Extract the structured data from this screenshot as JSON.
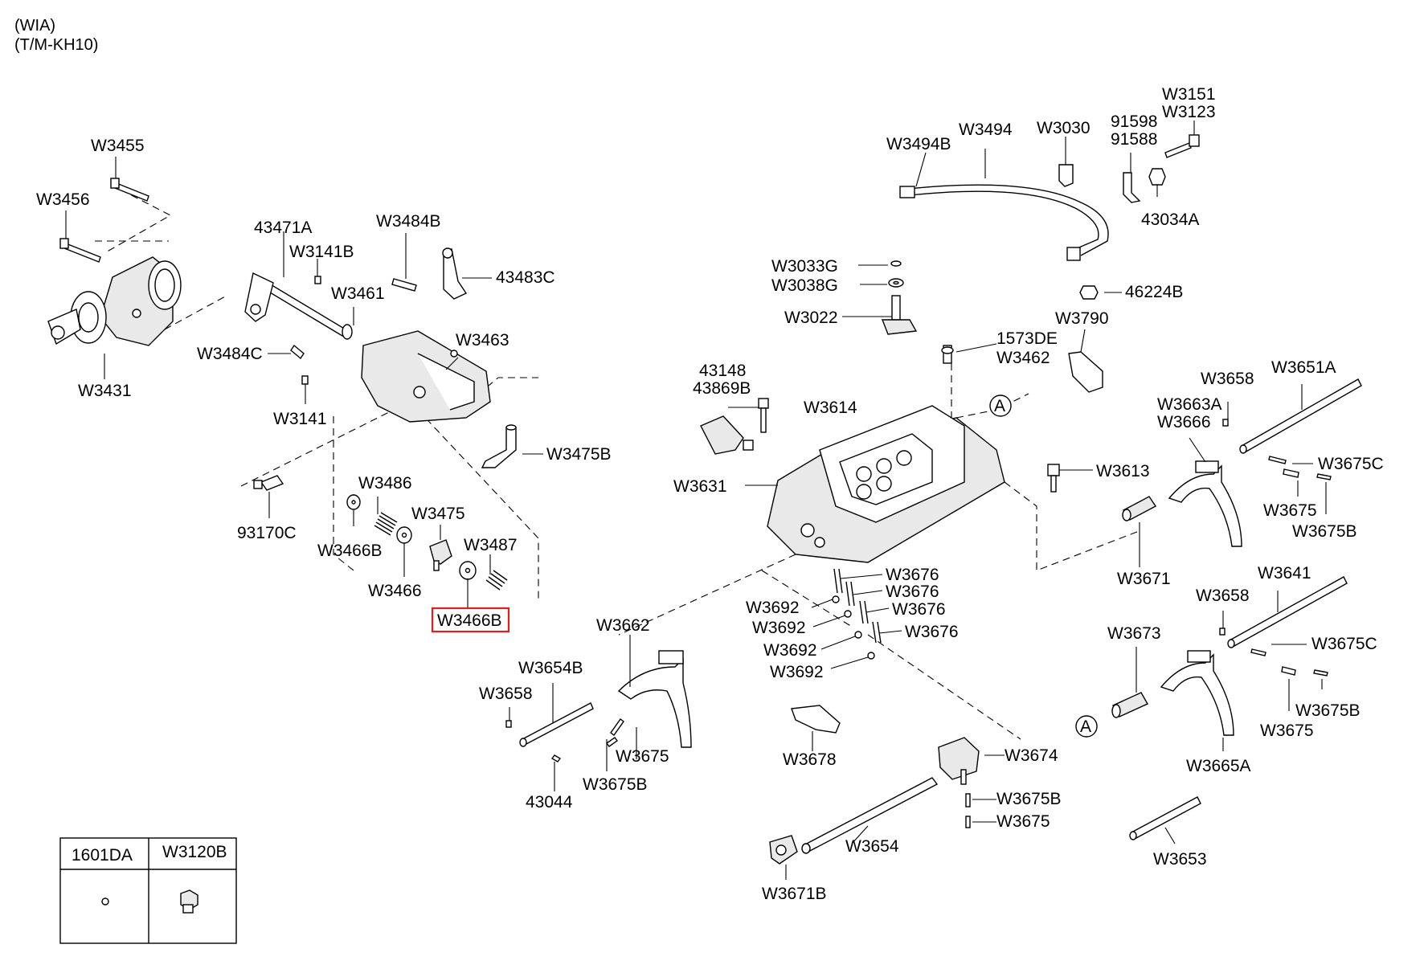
{
  "header": {
    "line1": "(WIA)",
    "line2": "(T/M-KH10)"
  },
  "highlight_color": "#e02020",
  "highlighted_part": "W3466B",
  "labels": {
    "W3455": "W3455",
    "W3456": "W3456",
    "W3431": "W3431",
    "43471A": "43471A",
    "W3141B": "W3141B",
    "W3484B": "W3484B",
    "43483C": "43483C",
    "W3461": "W3461",
    "W3484C": "W3484C",
    "W3463": "W3463",
    "W3141": "W3141",
    "W3475B": "W3475B",
    "93170C": "93170C",
    "W3486": "W3486",
    "W3466B_a": "W3466B",
    "W3475": "W3475",
    "W3487": "W3487",
    "W3466": "W3466",
    "W3466B_b": "W3466B",
    "W3494B": "W3494B",
    "W3494": "W3494",
    "W3030": "W3030",
    "91598": "91598",
    "91588": "91588",
    "W3151": "W3151",
    "W3123": "W3123",
    "43034A": "43034A",
    "W3033G": "W3033G",
    "W3038G": "W3038G",
    "W3022": "W3022",
    "46224B": "46224B",
    "W3790": "W3790",
    "1573DE": "1573DE",
    "W3462": "W3462",
    "43148": "43148",
    "43869B": "43869B",
    "W3614": "W3614",
    "W3631": "W3631",
    "W3658_a": "W3658",
    "W3651A": "W3651A",
    "W3663A": "W3663A",
    "W3666": "W3666",
    "W3675C_a": "W3675C",
    "W3613": "W3613",
    "W3675_a": "W3675",
    "W3675B_a": "W3675B",
    "W3671": "W3671",
    "W3676_a": "W3676",
    "W3676_b": "W3676",
    "W3676_c": "W3676",
    "W3676_d": "W3676",
    "W3692_a": "W3692",
    "W3692_b": "W3692",
    "W3692_c": "W3692",
    "W3692_d": "W3692",
    "W3662": "W3662",
    "W3654B": "W3654B",
    "W3658_b": "W3658",
    "W3675_b": "W3675",
    "W3675B_b": "W3675B",
    "43044": "43044",
    "W3678": "W3678",
    "W3674": "W3674",
    "W3675B_c": "W3675B",
    "W3675_c": "W3675",
    "W3654": "W3654",
    "W3671B": "W3671B",
    "W3658_c": "W3658",
    "W3641": "W3641",
    "W3673": "W3673",
    "W3675C_b": "W3675C",
    "W3675_d": "W3675",
    "W3675B_d": "W3675B",
    "W3665A": "W3665A",
    "W3653": "W3653",
    "A_1": "A",
    "A_2": "A"
  },
  "parts_table": {
    "col1": "1601DA",
    "col2": "W3120B"
  }
}
